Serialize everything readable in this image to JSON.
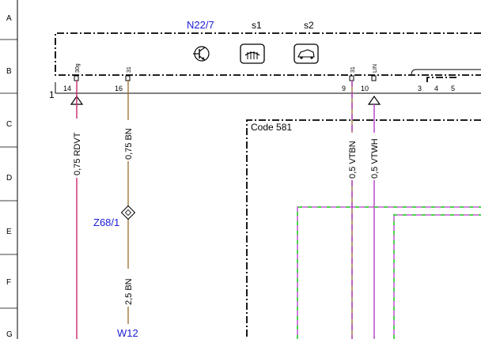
{
  "grid_rows": [
    "A",
    "B",
    "C",
    "D",
    "E",
    "F",
    "G"
  ],
  "module": {
    "name": "N22/7",
    "switch_labels": [
      "s1",
      "s2"
    ],
    "icons": [
      "transistor-icon",
      "rear-defroster-icon",
      "car-view-icon"
    ]
  },
  "connector": {
    "number": "1",
    "pins": [
      {
        "pin": "14",
        "signal": "30g"
      },
      {
        "pin": "16",
        "signal": "31"
      },
      {
        "pin": "9",
        "signal": "31"
      },
      {
        "pin": "10",
        "signal": "LIN"
      },
      {
        "pin": "3",
        "signal": ""
      },
      {
        "pin": "4",
        "signal": ""
      },
      {
        "pin": "5",
        "signal": ""
      }
    ]
  },
  "wires": [
    {
      "label": "0,75 RDVT",
      "color": "#c8286e"
    },
    {
      "label": "0,75 BN",
      "color": "#a0783c"
    },
    {
      "label": "2,5 BN",
      "color": "#a0783c"
    },
    {
      "label": "0,5 VTBN",
      "color": "#a0783c"
    },
    {
      "label": "0,5 VTWH",
      "color": "#b43cc8"
    }
  ],
  "splice": "Z68/1",
  "ground": "W12",
  "code_block": "Code 581",
  "colors": {
    "label_blue": "#1a1ad6",
    "wire_violet": "#b43cc8",
    "wire_green": "#4bd24b"
  }
}
